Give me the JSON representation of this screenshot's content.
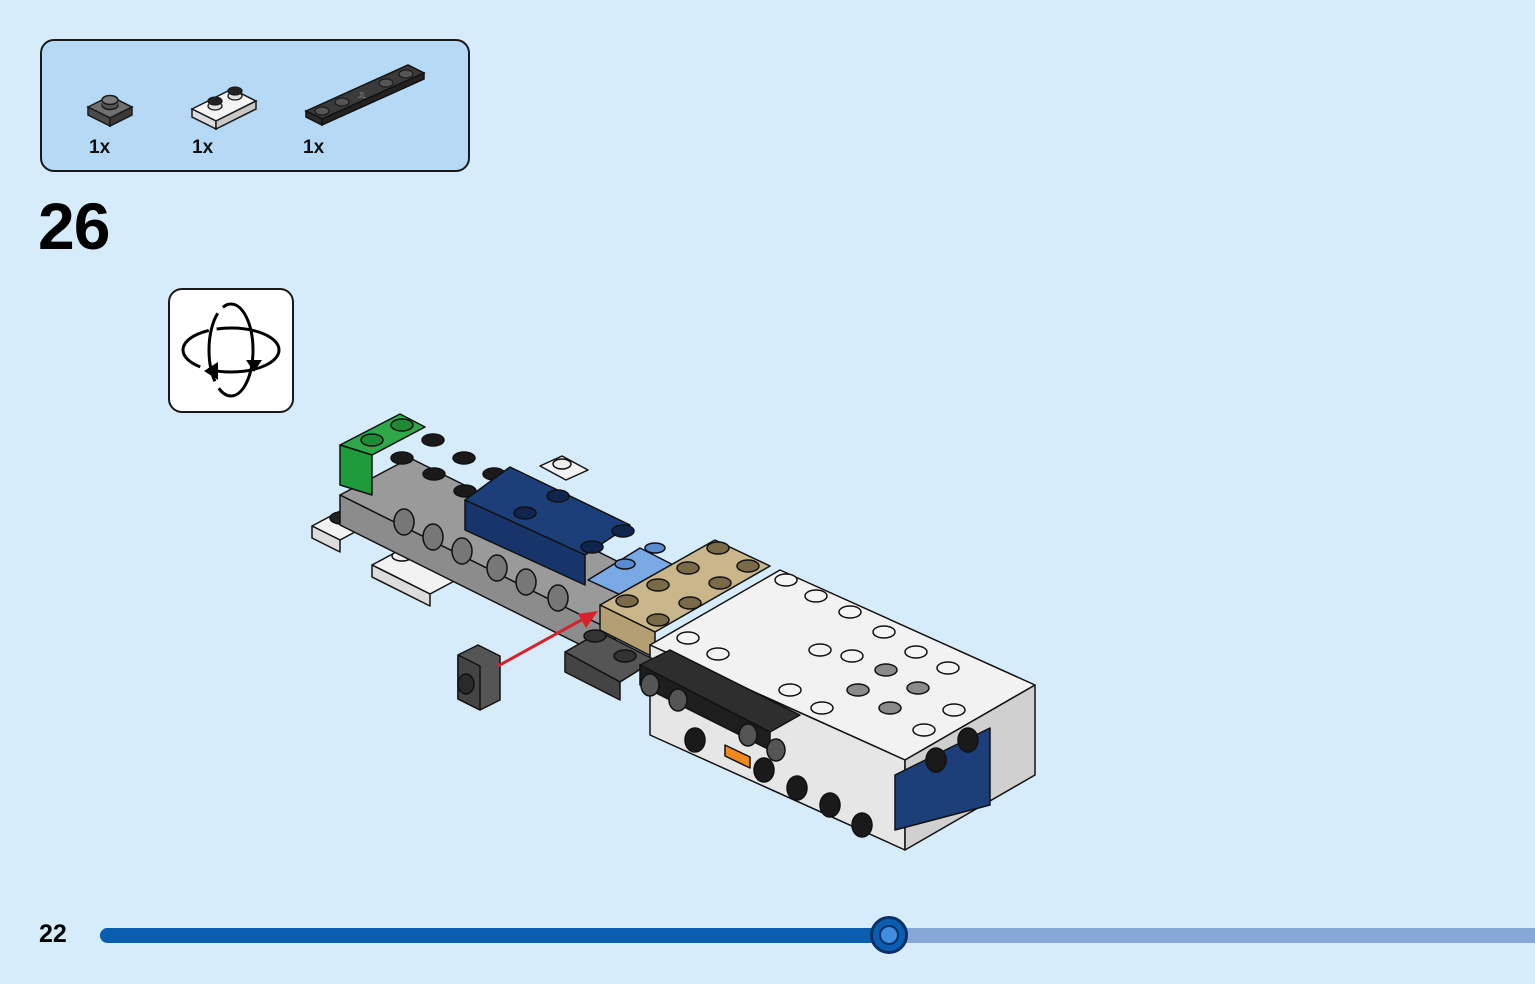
{
  "parts_list": {
    "items": [
      {
        "icon": "dark-gray-1x1-plate-icon",
        "quantity": "1x",
        "color": "#5c5c5c"
      },
      {
        "icon": "white-1x2-plate-icon",
        "quantity": "1x",
        "color": "#f2f2f2"
      },
      {
        "icon": "black-1x5-plate-icon",
        "quantity": "1x",
        "color": "#2e2e2e"
      }
    ]
  },
  "step": {
    "number": "26"
  },
  "rotate": {
    "icon": "rotate-model-icon"
  },
  "model": {
    "icon": "model-assembly-icon"
  },
  "footer": {
    "page_number": "22",
    "progress": 0.55
  },
  "colors": {
    "background": "#d6ecfb",
    "parts_box": "#b6daf5",
    "progress_fill": "#0a5eb0",
    "progress_track": "#86a8d6",
    "arrow": "#d6222a"
  }
}
